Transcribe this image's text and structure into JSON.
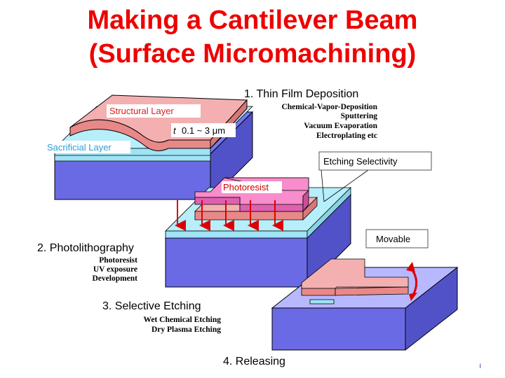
{
  "title": {
    "line1": "Making a Cantilever Beam",
    "line2": "(Surface Micromachining)"
  },
  "steps": {
    "s1": {
      "label": "1. Thin Film Deposition",
      "details": [
        "Chemical-Vapor-Deposition",
        "Sputtering",
        "Vacuum Evaporation",
        "Electroplating etc"
      ]
    },
    "s2": {
      "label": "2. Photolithography",
      "details": [
        "Photoresist",
        "UV exposure",
        "Development"
      ]
    },
    "s3": {
      "label": "3. Selective Etching",
      "details": [
        "Wet Chemical Etching",
        "Dry Plasma Etching"
      ]
    },
    "s4": {
      "label": "4. Releasing"
    }
  },
  "labels": {
    "structural_layer": "Structural Layer",
    "sacrificial_layer": "Sacrificial Layer",
    "thickness_symbol": "t",
    "thickness_value": "0.1 ~ 3 μm",
    "photoresist": "Photoresist",
    "etching_selectivity": "Etching Selectivity",
    "movable": "Movable"
  },
  "page_mark": "I",
  "colors": {
    "title": "#ee0000",
    "substrate_top": "#7878ee",
    "substrate_side": "#6666dd",
    "sacrificial": "#9fe3f5",
    "structural": "#f0a0a0",
    "photoresist": "#f070c0",
    "uv_arrow": "#dd0000",
    "sacrificial_label": "#2a9fd6",
    "structural_label": "#dd2020",
    "photoresist_label": "#cc0000"
  }
}
